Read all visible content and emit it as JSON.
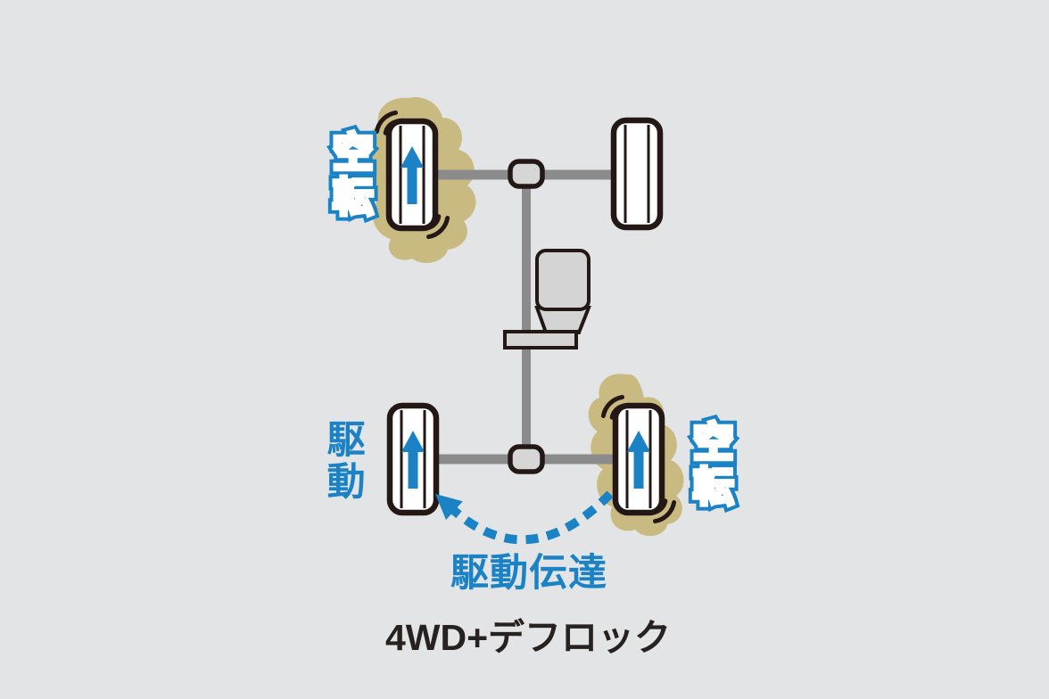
{
  "title": "4WD+デフロック",
  "labels": {
    "front_left_spin": "空転",
    "rear_left_drive": "駆動",
    "rear_right_spin": "空転",
    "power_transfer": "駆動伝達"
  },
  "icons": {
    "rotation_arrow": "up-arrow",
    "slip_marks": "vibration-arcs",
    "power_transfer_arrow": "dashed-curved-arrow"
  },
  "colors": {
    "background": "#e3e4e6",
    "accent_blue": "#1a82c5",
    "outline_dark": "#231815",
    "axle_gray": "#8b8b8c",
    "component_fill": "#d4d4d5",
    "mud_tan": "#c9ba81",
    "wheel_fill": "#ffffff",
    "title_text": "#272120"
  },
  "diagram": {
    "type": "drivetrain-schematic",
    "drive_mode": "4WD with differential lock",
    "wheels": [
      {
        "position": "front-left",
        "state": "spinning",
        "in_mud": true,
        "rotation_arrow": true
      },
      {
        "position": "front-right",
        "state": "idle",
        "in_mud": false,
        "rotation_arrow": false
      },
      {
        "position": "rear-left",
        "state": "driven",
        "in_mud": false,
        "rotation_arrow": true
      },
      {
        "position": "rear-right",
        "state": "spinning",
        "in_mud": true,
        "rotation_arrow": true
      }
    ],
    "power_transfer": {
      "from": "rear-right",
      "to": "rear-left"
    }
  }
}
